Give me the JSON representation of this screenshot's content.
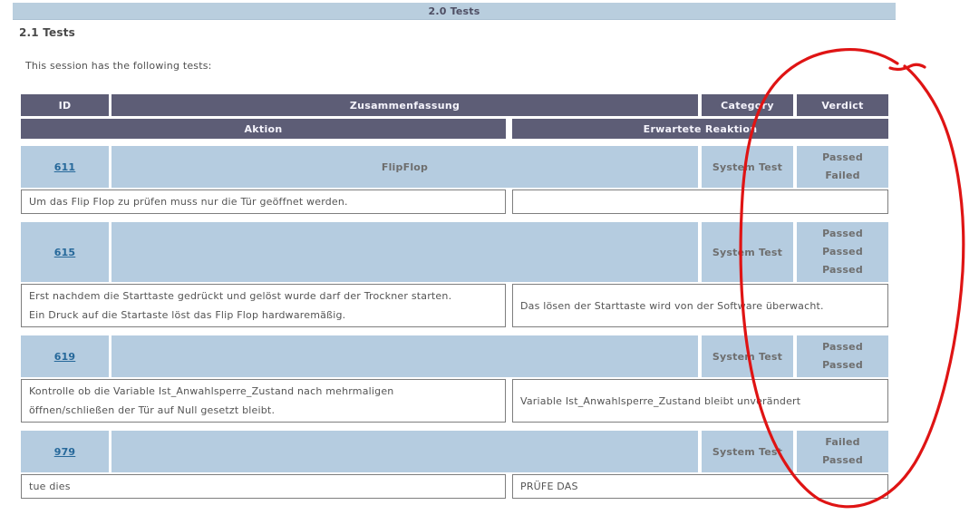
{
  "page": {
    "top_section_label": "2.0 Tests",
    "section_title": "2.1 Tests",
    "intro_text": "This session has the following tests:"
  },
  "table": {
    "headers": {
      "id": "ID",
      "summary": "Zusammenfassung",
      "category": "Category",
      "verdict": "Verdict",
      "action": "Aktion",
      "expected_reaction": "Erwartete Reaktion"
    },
    "rows": [
      {
        "id": "611",
        "summary": "FlipFlop",
        "category": "System Test",
        "verdicts": [
          "Passed",
          "Failed"
        ],
        "action_lines": [
          "Um das Flip Flop zu prüfen muss nur die Tür geöffnet werden."
        ],
        "reaction_lines": []
      },
      {
        "id": "615",
        "summary": "",
        "category": "System Test",
        "verdicts": [
          "Passed",
          "Passed",
          "Passed"
        ],
        "action_lines": [
          "Erst nachdem die Starttaste gedrückt und gelöst wurde darf der Trockner starten.",
          "Ein Druck auf die Startaste löst das Flip Flop hardwaremäßig."
        ],
        "reaction_lines": [
          "Das lösen der Starttaste wird von der Software überwacht."
        ]
      },
      {
        "id": "619",
        "summary": "",
        "category": "System Test",
        "verdicts": [
          "Passed",
          "Passed"
        ],
        "action_lines": [
          "Kontrolle ob die Variable Ist_Anwahlsperre_Zustand nach mehrmaligen",
          "öffnen/schließen der Tür auf Null gesetzt bleibt."
        ],
        "reaction_lines": [
          "Variable Ist_Anwahlsperre_Zustand bleibt unverändert"
        ]
      },
      {
        "id": "979",
        "summary": "",
        "category": "System Test",
        "verdicts": [
          "Failed",
          "Passed"
        ],
        "action_lines": [
          "tue dies"
        ],
        "reaction_lines": [
          "PRÜFE DAS"
        ]
      }
    ]
  },
  "annotation": {
    "type": "hand-drawn ellipse",
    "highlights": "Verdict column",
    "color": "#df1414"
  },
  "colors": {
    "header_bg": "#5d5d76",
    "header_text": "#f5f4fc",
    "row_bg": "#b5cce0",
    "bar_bg": "#b9cede",
    "muted_text": "#6e6e6e",
    "link": "#26689a"
  }
}
